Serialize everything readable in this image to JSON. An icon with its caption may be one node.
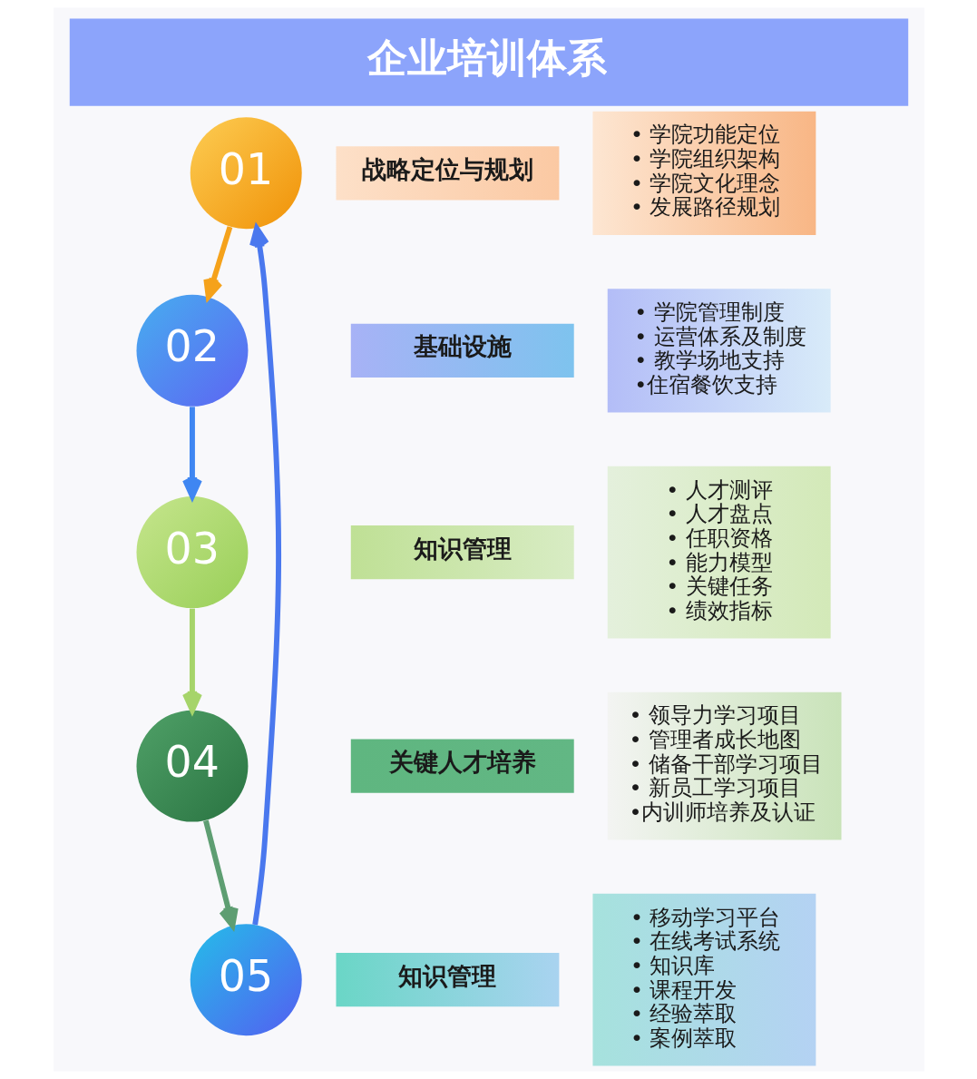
{
  "diagram": {
    "title": "企业培训体系",
    "nodes": [
      {
        "text": [
          "01"
        ]
      },
      {
        "text": [
          "战略定位与规划"
        ]
      },
      {
        "text": [
          "• 学院功能定位",
          "• 学院组织架构",
          "• 学院文化理念",
          "• 发展路径规划"
        ]
      },
      {
        "text": [
          "02"
        ]
      },
      {
        "text": [
          "基础设施"
        ]
      },
      {
        "text": [
          "• 学院管理制度",
          "• 运营体系及制度",
          "• 教学场地支持",
          "•住宿餐饮支持"
        ]
      },
      {
        "text": [
          "03"
        ]
      },
      {
        "text": [
          "知识管理"
        ]
      },
      {
        "text": [
          "• 人才测评",
          "• 人才盘点",
          "• 任职资格",
          "• 能力模型",
          "• 关键任务",
          "• 绩效指标"
        ]
      },
      {
        "text": [
          "04"
        ]
      },
      {
        "text": [
          "关键人才培养"
        ]
      },
      {
        "text": [
          "• 领导力学习项目",
          "• 管理者成长地图",
          "• 储备干部学习项目",
          "• 新员工学习项目",
          "•内训师培养及认证"
        ]
      },
      {
        "text": [
          "05"
        ]
      },
      {
        "text": [
          "知识管理"
        ]
      },
      {
        "text": [
          "• 移动学习平台",
          "• 在线考试系统",
          "• 知识库",
          "• 课程开发",
          "• 经验萃取",
          "• 案例萃取"
        ]
      }
    ],
    "edges": [
      {
        "from": 0,
        "to": 3,
        "arrow": "to",
        "color": "#f5a21b"
      },
      {
        "from": 3,
        "to": 6,
        "arrow": "to",
        "color": "#3f86f2"
      },
      {
        "from": 6,
        "to": 9,
        "arrow": "to",
        "color": "#a6d46a"
      },
      {
        "from": 9,
        "to": 12,
        "arrow": "to",
        "color": "#5e9e72"
      },
      {
        "from": 12,
        "to": 0,
        "arrow": "to",
        "color": "#4a78ee"
      }
    ]
  }
}
